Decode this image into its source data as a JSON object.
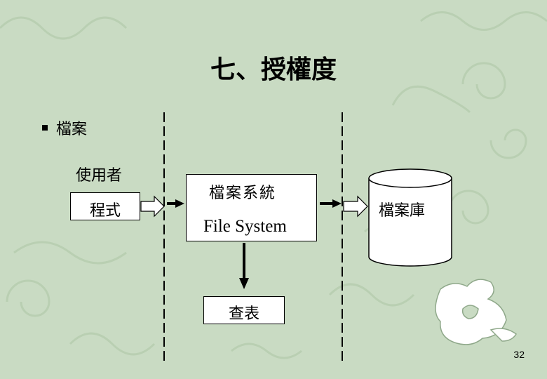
{
  "slide": {
    "title": "七、授權度",
    "bullet": "檔案",
    "page_number": "32"
  },
  "diagram": {
    "user_label": "使用者",
    "program_label": "程式",
    "fs_chinese": "檔案系統",
    "fs_english": "File System",
    "database_label": "檔案庫",
    "lookup_label": "查表"
  },
  "colors": {
    "background": "#c9dbc3",
    "ornament": "#b7cdb0",
    "box_fill": "#ffffff",
    "line": "#000000"
  }
}
